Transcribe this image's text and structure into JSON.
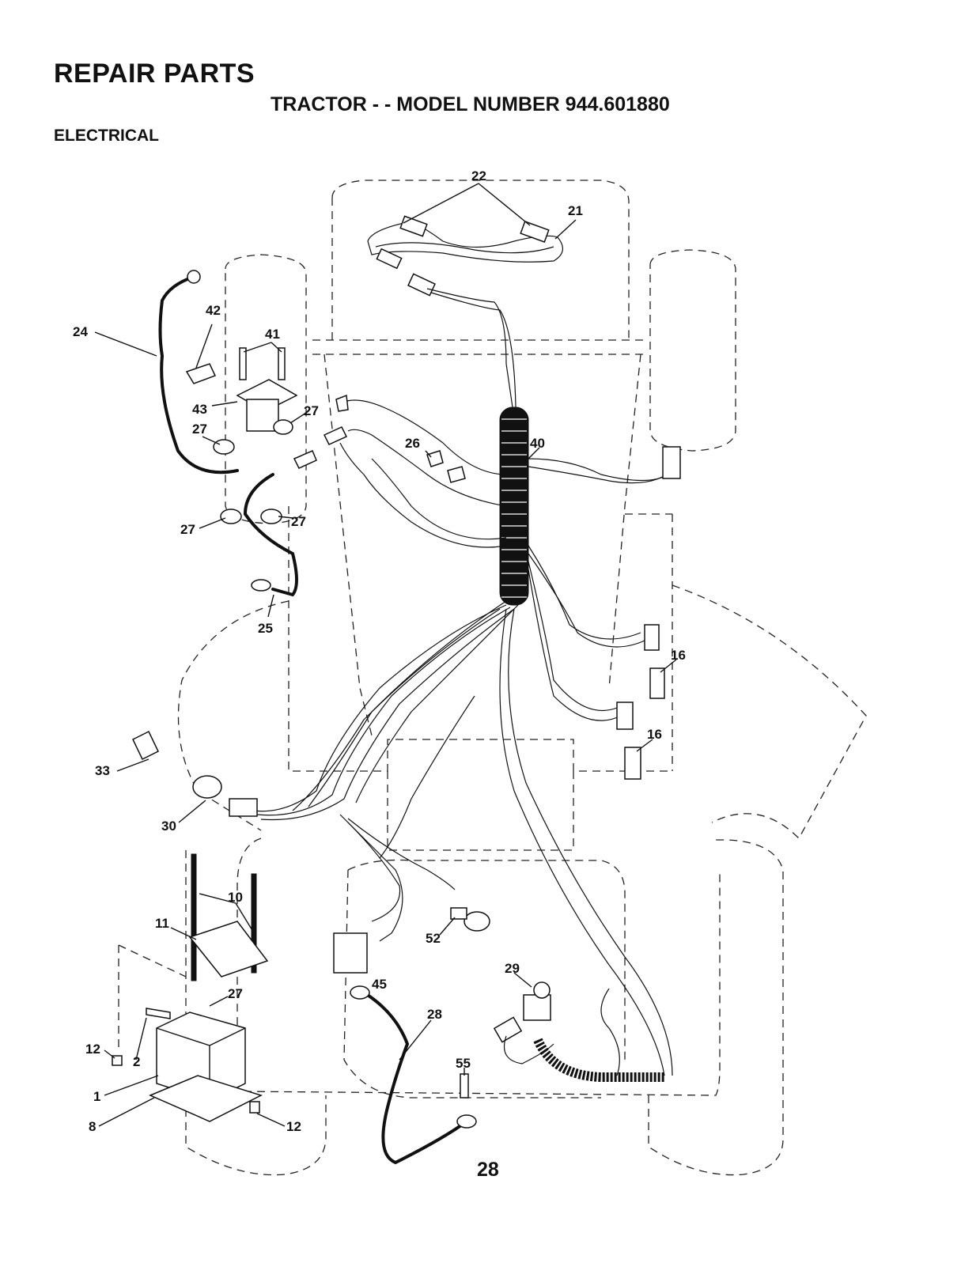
{
  "page": {
    "title": "REPAIR PARTS",
    "subtitle": "TRACTOR - - MODEL NUMBER 944.601880",
    "section": "ELECTRICAL",
    "page_number": "28"
  },
  "callouts": [
    "22",
    "21",
    "42",
    "41",
    "24",
    "43",
    "27",
    "27",
    "27",
    "27",
    "26",
    "40",
    "25",
    "16",
    "16",
    "33",
    "30",
    "10",
    "11",
    "45",
    "52",
    "29",
    "28",
    "27",
    "12",
    "2",
    "1",
    "8",
    "12",
    "55"
  ]
}
